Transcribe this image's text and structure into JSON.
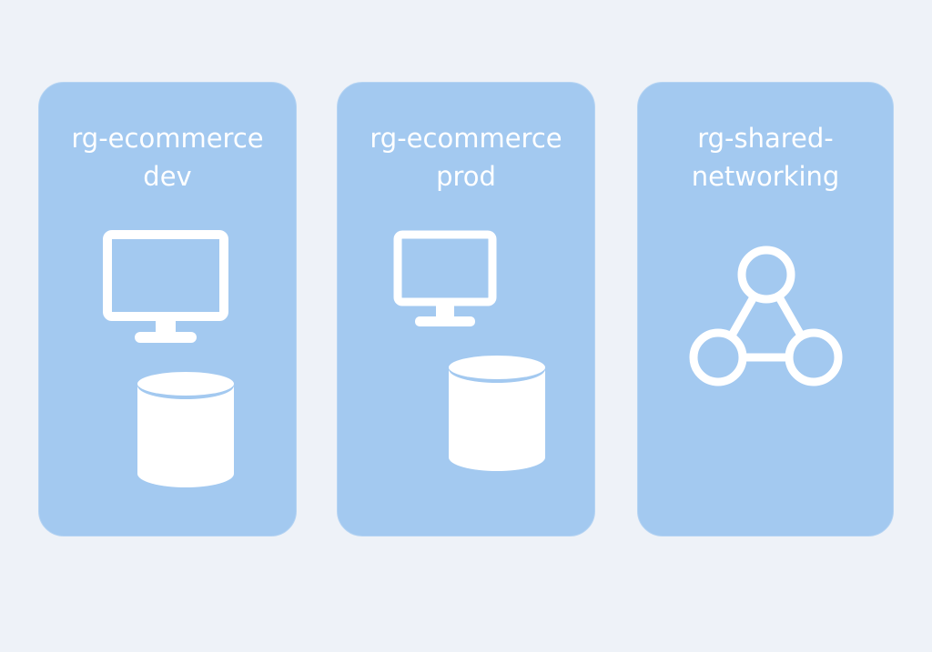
{
  "cards": [
    {
      "line1": "rg-ecommerce",
      "line2": "dev",
      "icons": [
        "monitor-icon",
        "database-icon"
      ]
    },
    {
      "line1": "rg-ecommerce",
      "line2": "prod",
      "icons": [
        "monitor-icon",
        "database-icon"
      ]
    },
    {
      "line1": "rg-shared-",
      "line2": "networking",
      "icons": [
        "network-icon"
      ]
    }
  ],
  "colors": {
    "background": "#eef2f8",
    "card": "#a3c9f0",
    "icon": "#ffffff"
  }
}
